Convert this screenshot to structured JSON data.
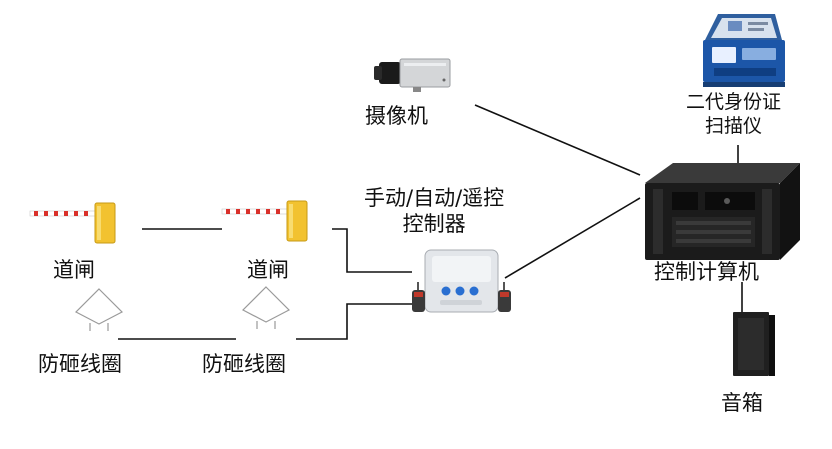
{
  "labels": {
    "camera": "摄像机",
    "id_scanner_line1": "二代身份证",
    "id_scanner_line2": "扫描仪",
    "barrier_left": "道闸",
    "barrier_right": "道闸",
    "controller_line1": "手动/自动/遥控",
    "controller_line2": "控制器",
    "computer": "控制计算机",
    "loop_left": "防砸线圈",
    "loop_right": "防砸线圈",
    "speaker": "音箱"
  },
  "colors": {
    "line": "#111111",
    "barrier_gold": "#f2c230",
    "arm_red": "#d9302a",
    "computer_body": "#1b1b1b",
    "controller_body": "#e3e6ea",
    "button_blue": "#2a6fd1"
  }
}
